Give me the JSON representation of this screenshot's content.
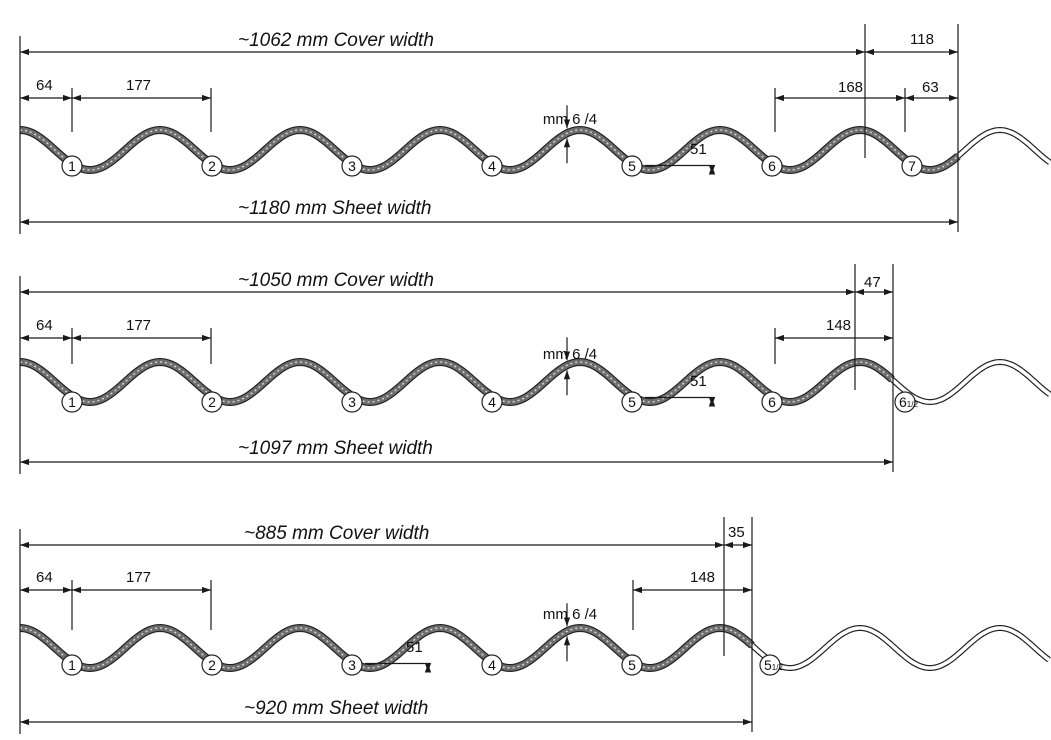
{
  "profiles": [
    {
      "cover_width_label": "~1062 mm Cover width",
      "sheet_width_label": "~1180 mm Sheet width",
      "dim_edge": "64",
      "dim_pitch": "177",
      "dim_overlap_total": "118",
      "dim_right_a": "168",
      "dim_right_b": "63",
      "thickness_label": "mm 6 /4",
      "depth_label": "51",
      "corrugation_numbers": [
        "1",
        "2",
        "3",
        "4",
        "5",
        "6",
        "7"
      ],
      "half_corrugation": null
    },
    {
      "cover_width_label": "~1050 mm Cover width",
      "sheet_width_label": "~1097 mm Sheet width",
      "dim_edge": "64",
      "dim_pitch": "177",
      "dim_overlap_total": "47",
      "dim_right_a": "148",
      "dim_right_b": null,
      "thickness_label": "mm 6 /4",
      "depth_label": "51",
      "corrugation_numbers": [
        "1",
        "2",
        "3",
        "4",
        "5",
        "6"
      ],
      "half_corrugation": {
        "whole": "6",
        "fraction": "1/2"
      }
    },
    {
      "cover_width_label": "~885 mm Cover width",
      "sheet_width_label": "~920 mm Sheet width",
      "dim_edge": "64",
      "dim_pitch": "177",
      "dim_overlap_total": "35",
      "dim_right_a": "148",
      "dim_right_b": null,
      "thickness_label": "mm 6 /4",
      "depth_label": "51",
      "corrugation_numbers": [
        "1",
        "2",
        "3",
        "4",
        "5"
      ],
      "half_corrugation": {
        "whole": "5",
        "fraction": "1/2"
      }
    }
  ],
  "colors": {
    "sheet_fill": "#6e6e6e",
    "sheet_dash": "#d8d8d8",
    "line": "#1a1a1a"
  }
}
